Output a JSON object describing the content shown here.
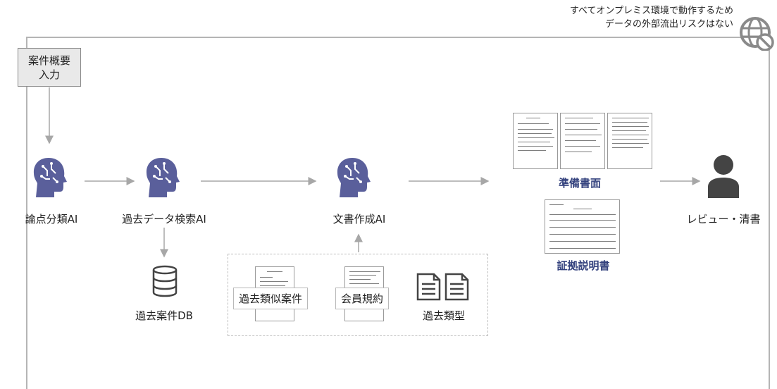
{
  "note": {
    "line1": "すべてオンプレミス環境で動作するため",
    "line2": "データの外部流出リスクはない"
  },
  "input_box": {
    "line1": "案件概要",
    "line2": "入力"
  },
  "nodes": {
    "issue_ai": "論点分類AI",
    "search_ai": "過去データ検索AI",
    "doc_ai": "文書作成AI",
    "review": "レビュー・清書"
  },
  "database": {
    "label": "過去案件DB"
  },
  "sources": {
    "similar_cases": "過去類似案件",
    "member_rules": "会員規約",
    "past_types": "過去類型"
  },
  "outputs": {
    "prep_docs": "準備書面",
    "evidence": "証拠説明書"
  },
  "colors": {
    "accent": "#5a5f9b",
    "label_blue": "#34427e",
    "arrow": "#a7a7a7",
    "frame": "#b5b5b5"
  },
  "icons": [
    "globe-no-icon",
    "ai-head-icon",
    "database-icon",
    "document-icon",
    "person-icon"
  ]
}
